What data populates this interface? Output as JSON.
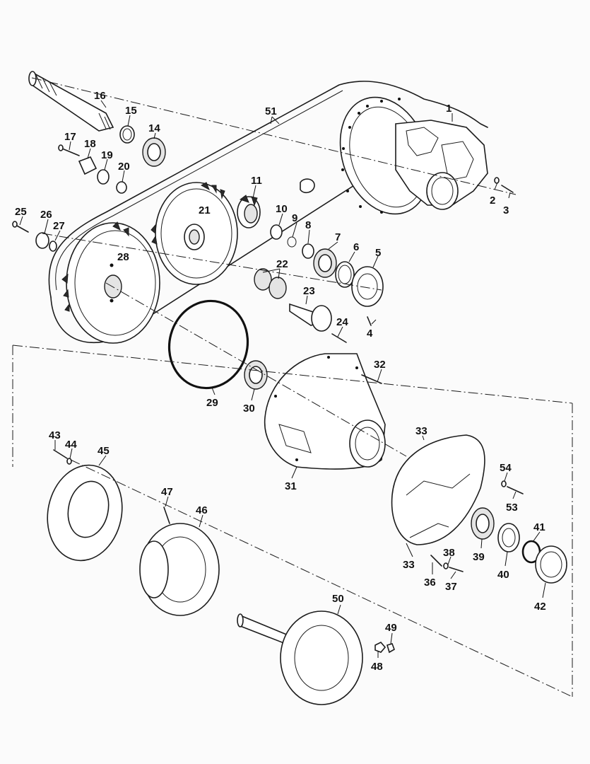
{
  "parts": [
    {
      "id": "p1",
      "label": "1"
    },
    {
      "id": "p2",
      "label": "2"
    },
    {
      "id": "p3",
      "label": "3"
    },
    {
      "id": "p4",
      "label": "4"
    },
    {
      "id": "p5",
      "label": "5"
    },
    {
      "id": "p6",
      "label": "6"
    },
    {
      "id": "p7",
      "label": "7"
    },
    {
      "id": "p8",
      "label": "8"
    },
    {
      "id": "p9",
      "label": "9"
    },
    {
      "id": "p10",
      "label": "10"
    },
    {
      "id": "p11",
      "label": "11"
    },
    {
      "id": "p14",
      "label": "14"
    },
    {
      "id": "p15",
      "label": "15"
    },
    {
      "id": "p16",
      "label": "16"
    },
    {
      "id": "p17",
      "label": "17"
    },
    {
      "id": "p18",
      "label": "18"
    },
    {
      "id": "p19",
      "label": "19"
    },
    {
      "id": "p20",
      "label": "20"
    },
    {
      "id": "p21",
      "label": "21"
    },
    {
      "id": "p22",
      "label": "22"
    },
    {
      "id": "p23",
      "label": "23"
    },
    {
      "id": "p24",
      "label": "24"
    },
    {
      "id": "p25",
      "label": "25"
    },
    {
      "id": "p26",
      "label": "26"
    },
    {
      "id": "p27",
      "label": "27"
    },
    {
      "id": "p28",
      "label": "28"
    },
    {
      "id": "p29",
      "label": "29"
    },
    {
      "id": "p30",
      "label": "30"
    },
    {
      "id": "p31",
      "label": "31"
    },
    {
      "id": "p32",
      "label": "32"
    },
    {
      "id": "p33a",
      "label": "33"
    },
    {
      "id": "p33b",
      "label": "33"
    },
    {
      "id": "p36",
      "label": "36"
    },
    {
      "id": "p37",
      "label": "37"
    },
    {
      "id": "p38",
      "label": "38"
    },
    {
      "id": "p39",
      "label": "39"
    },
    {
      "id": "p40",
      "label": "40"
    },
    {
      "id": "p41",
      "label": "41"
    },
    {
      "id": "p42",
      "label": "42"
    },
    {
      "id": "p43",
      "label": "43"
    },
    {
      "id": "p44",
      "label": "44"
    },
    {
      "id": "p45",
      "label": "45"
    },
    {
      "id": "p46",
      "label": "46"
    },
    {
      "id": "p47",
      "label": "47"
    },
    {
      "id": "p48",
      "label": "48"
    },
    {
      "id": "p49",
      "label": "49"
    },
    {
      "id": "p50",
      "label": "50"
    },
    {
      "id": "p51",
      "label": "51"
    },
    {
      "id": "p53",
      "label": "53"
    },
    {
      "id": "p54",
      "label": "54"
    }
  ]
}
